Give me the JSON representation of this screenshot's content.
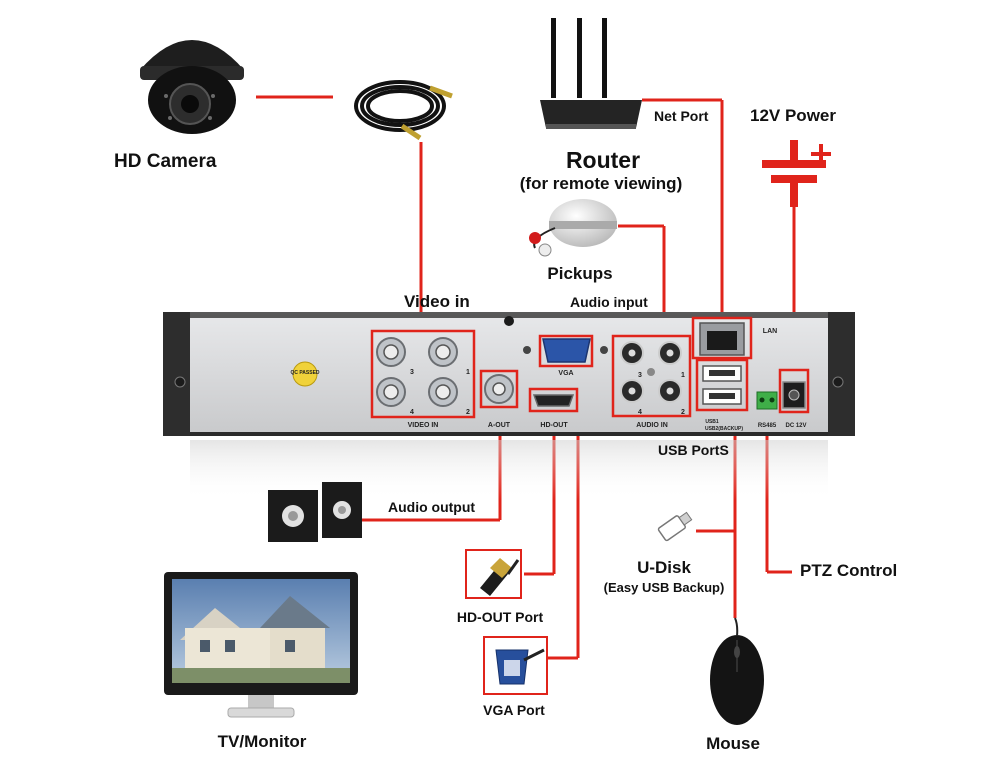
{
  "labels": {
    "hd_camera": "HD Camera",
    "router": "Router",
    "router_sub": "(for remote viewing)",
    "net_port": "Net Port",
    "power": "12V Power",
    "pickups": "Pickups",
    "video_in": "Video in",
    "audio_input": "Audio input",
    "usb_ports": "USB PortS",
    "audio_output": "Audio output",
    "udisk": "U-Disk",
    "udisk_sub": "(Easy USB Backup)",
    "ptz": "PTZ Control",
    "hdout_port": "HD-OUT Port",
    "vga_port": "VGA Port",
    "tv": "TV/Monitor",
    "mouse": "Mouse"
  },
  "panel": {
    "video_in": "VIDEO IN",
    "a_out": "A-OUT",
    "hd_out": "HD-OUT",
    "vga": "VGA",
    "audio_in": "AUDIO IN",
    "lan": "LAN",
    "usb1": "USB1",
    "usb2": "USB2(BACKUP)",
    "rs485": "RS485",
    "dc12v": "DC 12V",
    "qc": "QC PASSED",
    "n1": "1",
    "n2": "2",
    "n3": "3",
    "n4": "4"
  },
  "colors": {
    "wire": "#e0241b",
    "chassis": "#3b3b3b",
    "plate": "#d9dadc"
  },
  "icons": [
    "dome-camera-icon",
    "cable-coil-icon",
    "router-icon",
    "power-symbol-icon",
    "microphone-pickup-icon",
    "speakers-icon",
    "monitor-icon",
    "hdmi-plug-icon",
    "vga-plug-icon",
    "usb-drive-icon",
    "mouse-icon"
  ]
}
